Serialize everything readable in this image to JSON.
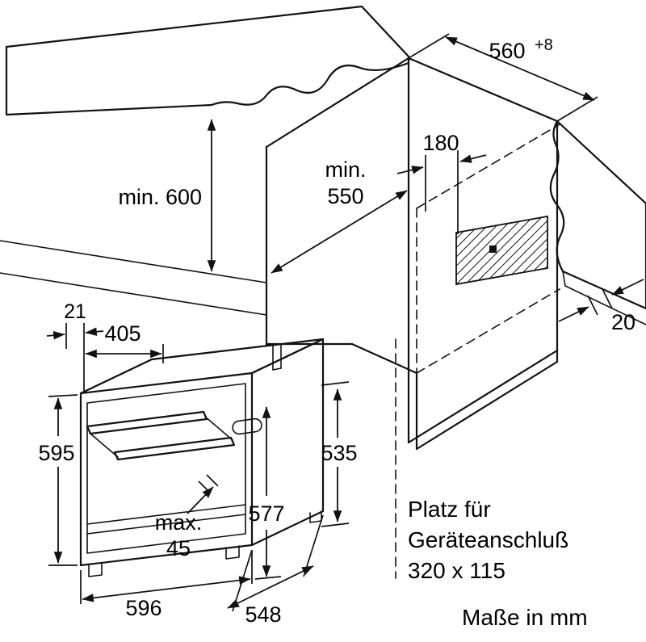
{
  "diagram": {
    "type": "appliance-installation-drawing",
    "unit": "mm"
  },
  "dimensions": {
    "niche_height": "min. 600",
    "niche_depth_label": "min.",
    "niche_depth_value": "550",
    "connection_recess_width": "180",
    "niche_width": "560",
    "niche_width_tolerance": "+8",
    "rear_gap": "20",
    "front_frame_overhang": "21",
    "top_depth": "405",
    "appliance_height": "595",
    "door_protrusion_label": "max.",
    "door_protrusion_value": "45",
    "body_height": "577",
    "rear_height": "535",
    "appliance_width": "596",
    "appliance_depth": "548"
  },
  "notes": {
    "connection_space_line1": "Platz für",
    "connection_space_line2": "Geräteanschluß",
    "connection_space_line3": "320 x 115",
    "units": "Maße in mm"
  },
  "colors": {
    "surface_gray": "#d7d7d7",
    "line_black": "#111111"
  }
}
